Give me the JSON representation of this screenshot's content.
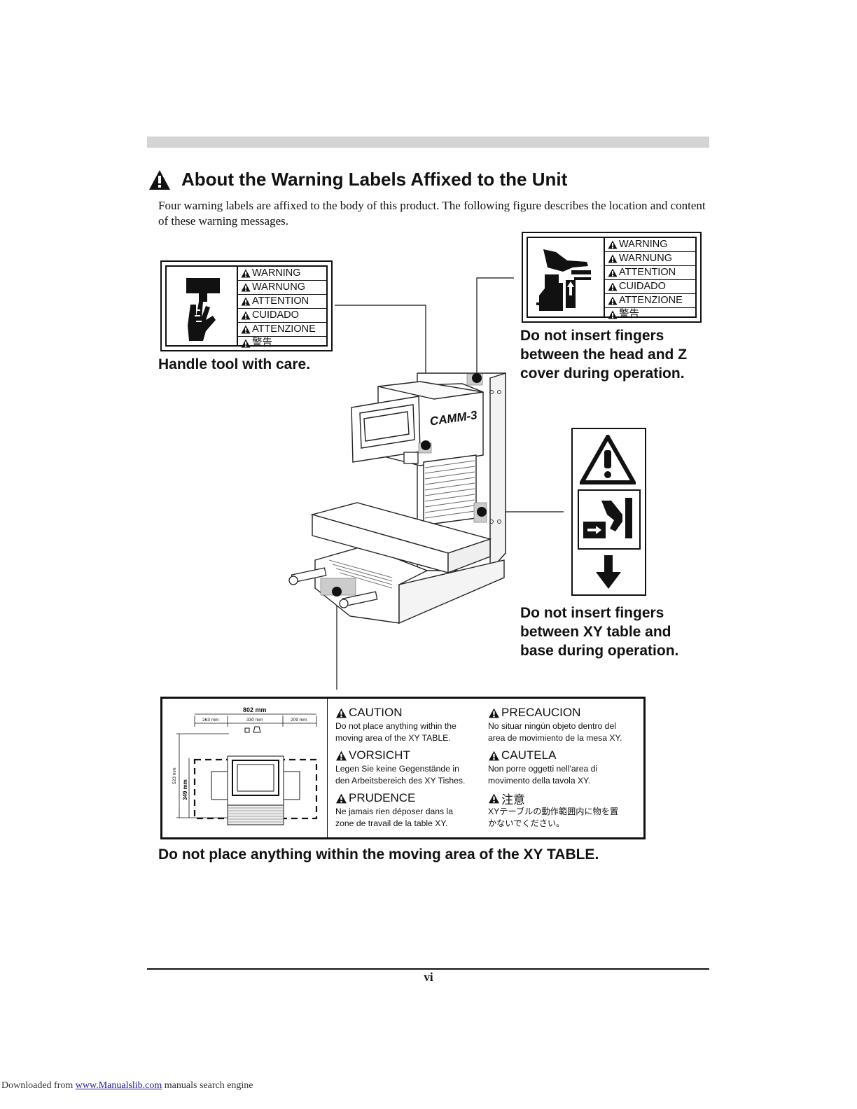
{
  "heading": {
    "title": "About the Warning Labels Affixed to the Unit",
    "intro": "Four warning labels are affixed to the body of this product.  The following figure describes the location and content of these warning messages."
  },
  "label_left": {
    "langs": [
      "WARNING",
      "WARNUNG",
      "ATTENTION",
      "CUIDADO",
      "ATTENZIONE",
      "警告"
    ],
    "caption": "Handle tool with care."
  },
  "label_right": {
    "langs": [
      "WARNING",
      "WARNUNG",
      "ATTENTION",
      "CUIDADO",
      "ATTENZIONE",
      "警告"
    ],
    "caption_lines": [
      "Do not insert fingers",
      "between the head and Z",
      "cover during operation."
    ]
  },
  "label_side": {
    "caption_lines": [
      "Do not insert fingers",
      "between XY table and",
      "base during operation."
    ]
  },
  "machine": {
    "brand": "CAMM-3"
  },
  "caution_label": {
    "dims": {
      "total": "802 mm",
      "left": "263 mm",
      "mid": "330 mm",
      "right": "209 mm",
      "height_outer": "523 mm",
      "height_inner": "349 mm"
    },
    "blocks": [
      {
        "head": "CAUTION",
        "lines": [
          "Do not place anything within the",
          "moving area of the XY TABLE."
        ]
      },
      {
        "head": "PRECAUCION",
        "lines": [
          "No situar ningún objeto dentro del",
          "area de movimiento de la mesa XY."
        ]
      },
      {
        "head": "VORSICHT",
        "lines": [
          "Legen Sie keine Gegenstände in",
          "den Arbeitsbereich des XY Tishes."
        ]
      },
      {
        "head": "CAUTELA",
        "lines": [
          "Non porre oggetti nell'area di",
          "movimento della tavola XY."
        ]
      },
      {
        "head": "PRUDENCE",
        "lines": [
          "Ne jamais rien déposer dans la",
          "zone de travail de la table XY."
        ]
      },
      {
        "head": "注意",
        "lines": [
          "XYテーブルの動作範囲内に物を置",
          "かないでください。"
        ]
      }
    ],
    "caption": "Do not place anything within the moving area of the XY TABLE."
  },
  "page_number": "vi",
  "footer": {
    "prefix": "Downloaded from ",
    "link": "www.Manualslib.com",
    "suffix": " manuals search engine"
  }
}
